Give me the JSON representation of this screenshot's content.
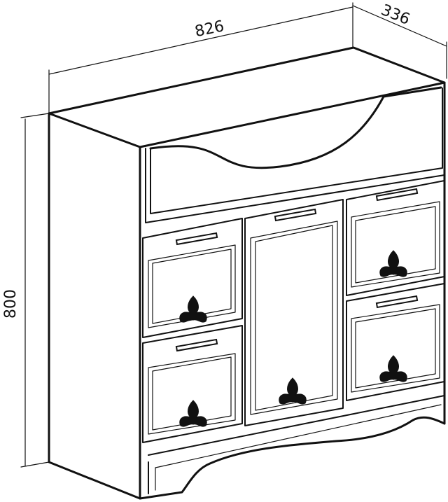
{
  "dimensions": {
    "width": "826",
    "depth": "336",
    "height": "800"
  },
  "colors": {
    "line": "#111111",
    "background": "#ffffff"
  }
}
